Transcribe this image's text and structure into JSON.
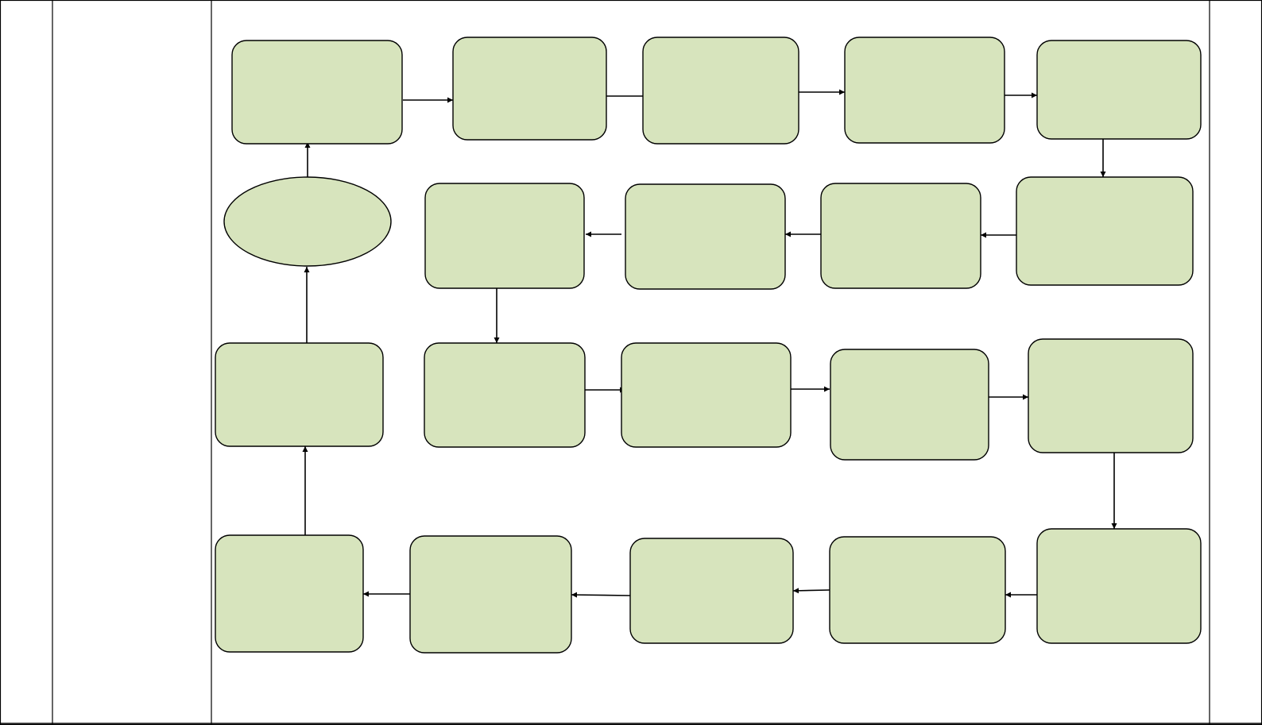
{
  "colors": {
    "node_fill": "#d7e4bd",
    "node_stroke": "#000000",
    "connector": "#000000",
    "frame": "#000000",
    "background": "#ffffff"
  },
  "table": {
    "columns": [
      "",
      "",
      "",
      ""
    ]
  },
  "flowchart": {
    "start_node": {
      "shape": "ellipse",
      "label": ""
    },
    "nodes": [
      {
        "id": "n1",
        "shape": "rounded-rect",
        "label": ""
      },
      {
        "id": "n2",
        "shape": "rounded-rect",
        "label": ""
      },
      {
        "id": "n3",
        "shape": "rounded-rect",
        "label": ""
      },
      {
        "id": "n4",
        "shape": "rounded-rect",
        "label": ""
      },
      {
        "id": "n5",
        "shape": "rounded-rect",
        "label": ""
      },
      {
        "id": "n6",
        "shape": "rounded-rect",
        "label": ""
      },
      {
        "id": "n7",
        "shape": "rounded-rect",
        "label": ""
      },
      {
        "id": "n8",
        "shape": "rounded-rect",
        "label": ""
      },
      {
        "id": "n9",
        "shape": "rounded-rect",
        "label": ""
      },
      {
        "id": "n10",
        "shape": "rounded-rect",
        "label": ""
      },
      {
        "id": "n11",
        "shape": "rounded-rect",
        "label": ""
      },
      {
        "id": "n12",
        "shape": "rounded-rect",
        "label": ""
      },
      {
        "id": "n13",
        "shape": "rounded-rect",
        "label": ""
      },
      {
        "id": "n14",
        "shape": "rounded-rect",
        "label": ""
      },
      {
        "id": "n15",
        "shape": "rounded-rect",
        "label": ""
      },
      {
        "id": "n16",
        "shape": "rounded-rect",
        "label": ""
      },
      {
        "id": "n17",
        "shape": "rounded-rect",
        "label": ""
      },
      {
        "id": "n18",
        "shape": "rounded-rect",
        "label": ""
      },
      {
        "id": "n19",
        "shape": "rounded-rect",
        "label": ""
      }
    ],
    "edges": [
      {
        "from": "start",
        "to": "n1"
      },
      {
        "from": "n1",
        "to": "n2"
      },
      {
        "from": "n2",
        "to": "n3"
      },
      {
        "from": "n3",
        "to": "n4"
      },
      {
        "from": "n4",
        "to": "n5"
      },
      {
        "from": "n5",
        "to": "n6"
      },
      {
        "from": "n6",
        "to": "n7"
      },
      {
        "from": "n7",
        "to": "n8"
      },
      {
        "from": "n8",
        "to": "n9"
      },
      {
        "from": "n9",
        "to": "n10"
      },
      {
        "from": "n10",
        "to": "n11"
      },
      {
        "from": "n11",
        "to": "n12"
      },
      {
        "from": "n12",
        "to": "n13"
      },
      {
        "from": "n13",
        "to": "n14"
      },
      {
        "from": "n14",
        "to": "n15"
      },
      {
        "from": "n15",
        "to": "n16"
      },
      {
        "from": "n16",
        "to": "n17"
      },
      {
        "from": "n17",
        "to": "n18"
      },
      {
        "from": "n18",
        "to": "n19"
      },
      {
        "from": "n19",
        "to": "start"
      }
    ]
  }
}
